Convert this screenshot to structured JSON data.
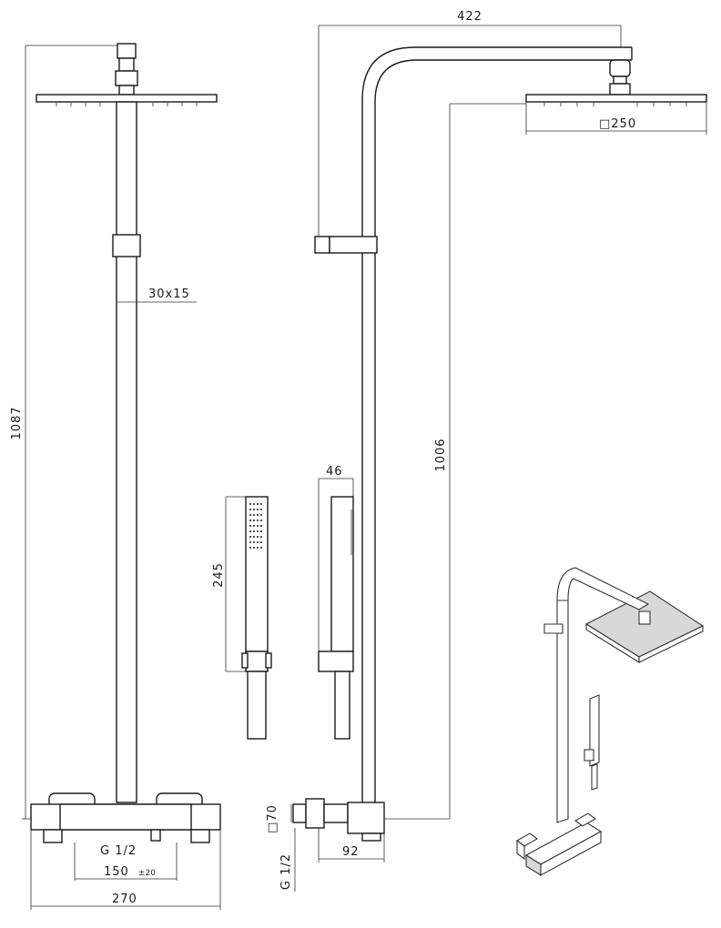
{
  "dimensions": {
    "overall_height": "1087",
    "pipe_section": "30x15",
    "connection_thread_front": "G 1/2",
    "centres": "150",
    "centres_tolerance": "±20",
    "mixer_width": "270",
    "arm_reach": "422",
    "head_size": "□250",
    "side_height": "1006",
    "handshower_width": "46",
    "handshower_length": "245",
    "connection_square": "□70",
    "connection_thread_side": "G 1/2",
    "connection_depth": "92"
  }
}
